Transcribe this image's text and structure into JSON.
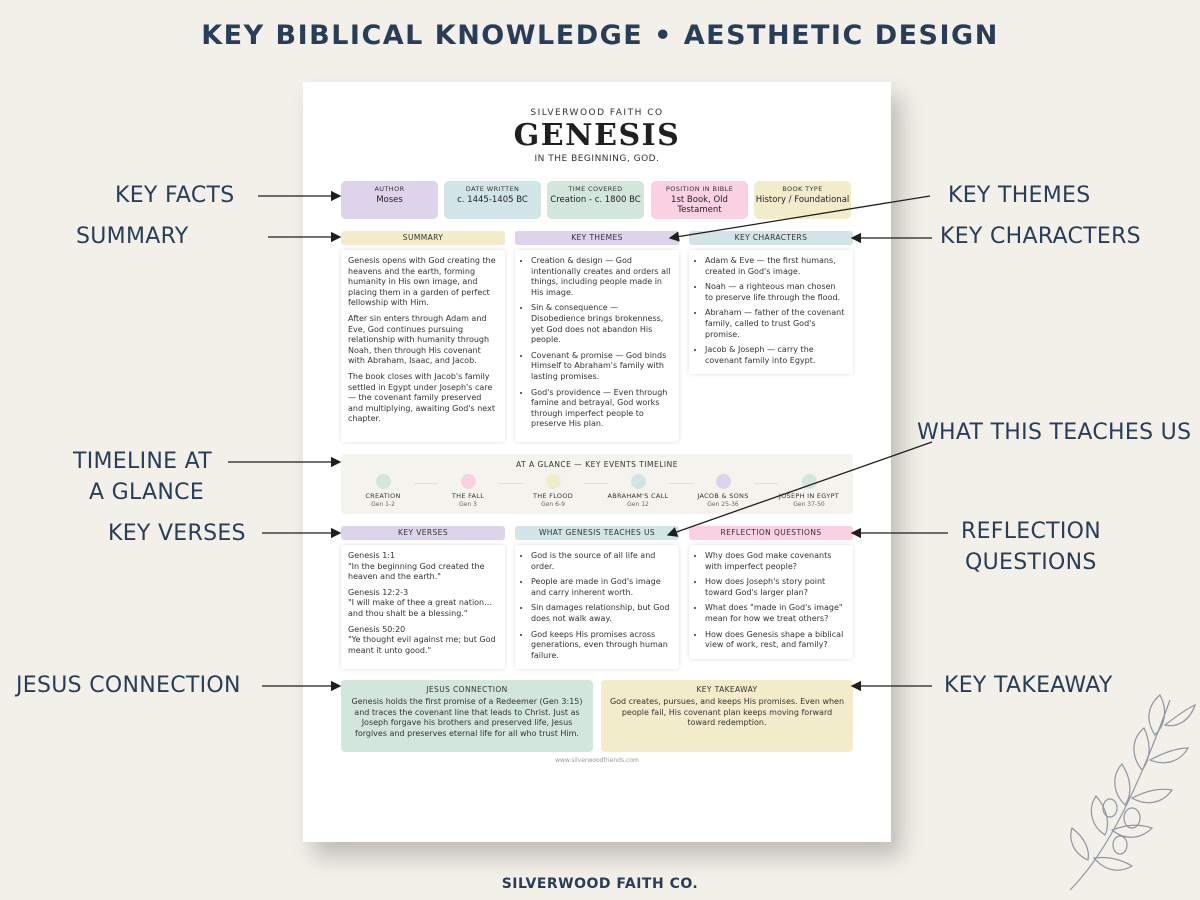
{
  "banner": "KEY BIBLICAL KNOWLEDGE • AESTHETIC DESIGN",
  "footer_brand": "SILVERWOOD FAITH CO.",
  "colors": {
    "background": "#f3efe9",
    "navy": "#283e58",
    "lavender": "#ddd3ea",
    "blue": "#d1e4e8",
    "mint": "#d3e6dc",
    "pink": "#f9d1e2",
    "cream": "#f3ecca"
  },
  "sheet": {
    "brand": "SILVERWOOD FAITH CO",
    "title": "GENESIS",
    "subtitle": "IN THE BEGINNING, GOD.",
    "facts": [
      {
        "label": "AUTHOR",
        "value": "Moses"
      },
      {
        "label": "DATE WRITTEN",
        "value": "c. 1445-1405 BC"
      },
      {
        "label": "TIME COVERED",
        "value": "Creation - c. 1800 BC"
      },
      {
        "label": "POSITION IN BIBLE",
        "value": "1st Book, Old Testament"
      },
      {
        "label": "BOOK TYPE",
        "value": "History / Foundational"
      }
    ],
    "summary": {
      "heading": "SUMMARY",
      "paragraphs": [
        "Genesis opens with God creating the heavens and the earth, forming humanity in His own image, and placing them in a garden of perfect fellowship with Him.",
        "After sin enters through Adam and Eve, God continues pursuing relationship with humanity through Noah, then through His covenant with Abraham, Isaac, and Jacob.",
        "The book closes with Jacob's family settled in Egypt under Joseph's care — the covenant family preserved and multiplying, awaiting God's next chapter."
      ]
    },
    "themes": {
      "heading": "KEY THEMES",
      "items": [
        "Creation & design — God intentionally creates and orders all things, including people made in His image.",
        "Sin & consequence — Disobedience brings brokenness, yet God does not abandon His people.",
        "Covenant & promise — God binds Himself to Abraham's family with lasting promises.",
        "God's providence — Even through famine and betrayal, God works through imperfect people to preserve His plan."
      ]
    },
    "characters": {
      "heading": "KEY CHARACTERS",
      "items": [
        "Adam & Eve — the first humans, created in God's image.",
        "Noah — a righteous man chosen to preserve life through the flood.",
        "Abraham — father of the covenant family, called to trust God's promise.",
        "Jacob & Joseph — carry the covenant family into Egypt."
      ]
    },
    "timeline": {
      "heading": "AT A GLANCE — KEY EVENTS TIMELINE",
      "events": [
        {
          "label": "CREATION",
          "ref": "Gen 1-2",
          "color": "#d3e6dc"
        },
        {
          "label": "THE FALL",
          "ref": "Gen 3",
          "color": "#f9d1e2"
        },
        {
          "label": "THE FLOOD",
          "ref": "Gen 6-9",
          "color": "#f3ecca"
        },
        {
          "label": "ABRAHAM'S CALL",
          "ref": "Gen 12",
          "color": "#d1e4e8"
        },
        {
          "label": "JACOB & SONS",
          "ref": "Gen 25-36",
          "color": "#ddd3ea"
        },
        {
          "label": "JOSEPH IN EGYPT",
          "ref": "Gen 37-50",
          "color": "#d3e6dc"
        }
      ]
    },
    "verses": {
      "heading": "KEY VERSES",
      "items": [
        {
          "ref": "Genesis 1:1",
          "text": "\"In the beginning God created the heaven and the earth.\""
        },
        {
          "ref": "Genesis 12:2-3",
          "text": "\"I will make of thee a great nation… and thou shalt be a blessing.\""
        },
        {
          "ref": "Genesis 50:20",
          "text": "\"Ye thought evil against me; but God meant it unto good.\""
        }
      ]
    },
    "teaches": {
      "heading": "WHAT GENESIS TEACHES US",
      "items": [
        "God is the source of all life and order.",
        "People are made in God's image and carry inherent worth.",
        "Sin damages relationship, but God does not walk away.",
        "God keeps His promises across generations, even through human failure."
      ]
    },
    "reflection": {
      "heading": "REFLECTION QUESTIONS",
      "items": [
        "Why does God make covenants with imperfect people?",
        "How does Joseph's story point toward God's larger plan?",
        "What does \"made in God's image\" mean for how we treat others?",
        "How does Genesis shape a biblical view of work, rest, and family?"
      ]
    },
    "jesus": {
      "heading": "JESUS CONNECTION",
      "text": "Genesis holds the first promise of a Redeemer (Gen 3:15) and traces the covenant line that leads to Christ. Just as Joseph forgave his brothers and preserved life, Jesus forgives and preserves eternal life for all who trust Him."
    },
    "takeaway": {
      "heading": "KEY TAKEAWAY",
      "text": "God creates, pursues, and keeps His promises. Even when people fail, His covenant plan keeps moving forward toward redemption."
    },
    "website": "www.silverwoodfriends.com"
  },
  "callouts": {
    "key_facts": "KEY FACTS",
    "summary": "SUMMARY",
    "timeline_1": "TIMELINE AT",
    "timeline_2": "A GLANCE",
    "key_verses": "KEY VERSES",
    "jesus_connection": "JESUS CONNECTION",
    "key_themes": "KEY THEMES",
    "key_characters": "KEY CHARACTERS",
    "what_teaches": "WHAT THIS TEACHES US",
    "reflection_1": "REFLECTION",
    "reflection_2": "QUESTIONS",
    "key_takeaway": "KEY TAKEAWAY"
  }
}
